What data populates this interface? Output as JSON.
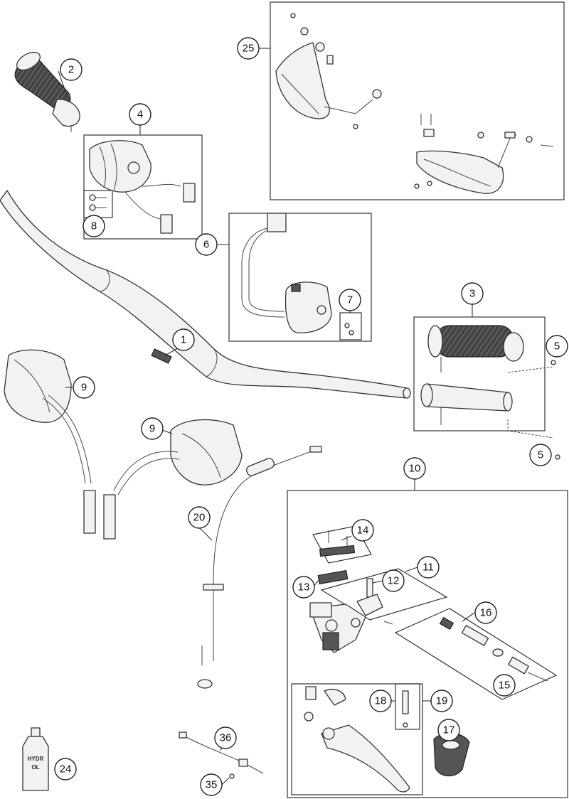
{
  "diagram": {
    "callouts": [
      {
        "id": "c25",
        "label": "25"
      },
      {
        "id": "c2",
        "label": "2"
      },
      {
        "id": "c4",
        "label": "4"
      },
      {
        "id": "c8",
        "label": "8"
      },
      {
        "id": "c6",
        "label": "6"
      },
      {
        "id": "c7",
        "label": "7"
      },
      {
        "id": "c1",
        "label": "1"
      },
      {
        "id": "c3",
        "label": "3"
      },
      {
        "id": "c5a",
        "label": "5"
      },
      {
        "id": "c5b",
        "label": "5"
      },
      {
        "id": "c9a",
        "label": "9"
      },
      {
        "id": "c9b",
        "label": "9"
      },
      {
        "id": "c10",
        "label": "10"
      },
      {
        "id": "c20",
        "label": "20"
      },
      {
        "id": "c14",
        "label": "14"
      },
      {
        "id": "c11",
        "label": "11"
      },
      {
        "id": "c12",
        "label": "12"
      },
      {
        "id": "c13",
        "label": "13"
      },
      {
        "id": "c16",
        "label": "16"
      },
      {
        "id": "c15",
        "label": "15"
      },
      {
        "id": "c18",
        "label": "18"
      },
      {
        "id": "c19",
        "label": "19"
      },
      {
        "id": "c17",
        "label": "17"
      },
      {
        "id": "c36",
        "label": "36"
      },
      {
        "id": "c24",
        "label": "24"
      },
      {
        "id": "c35",
        "label": "35"
      }
    ],
    "bottle_text": [
      "HYDR",
      "OL"
    ]
  }
}
